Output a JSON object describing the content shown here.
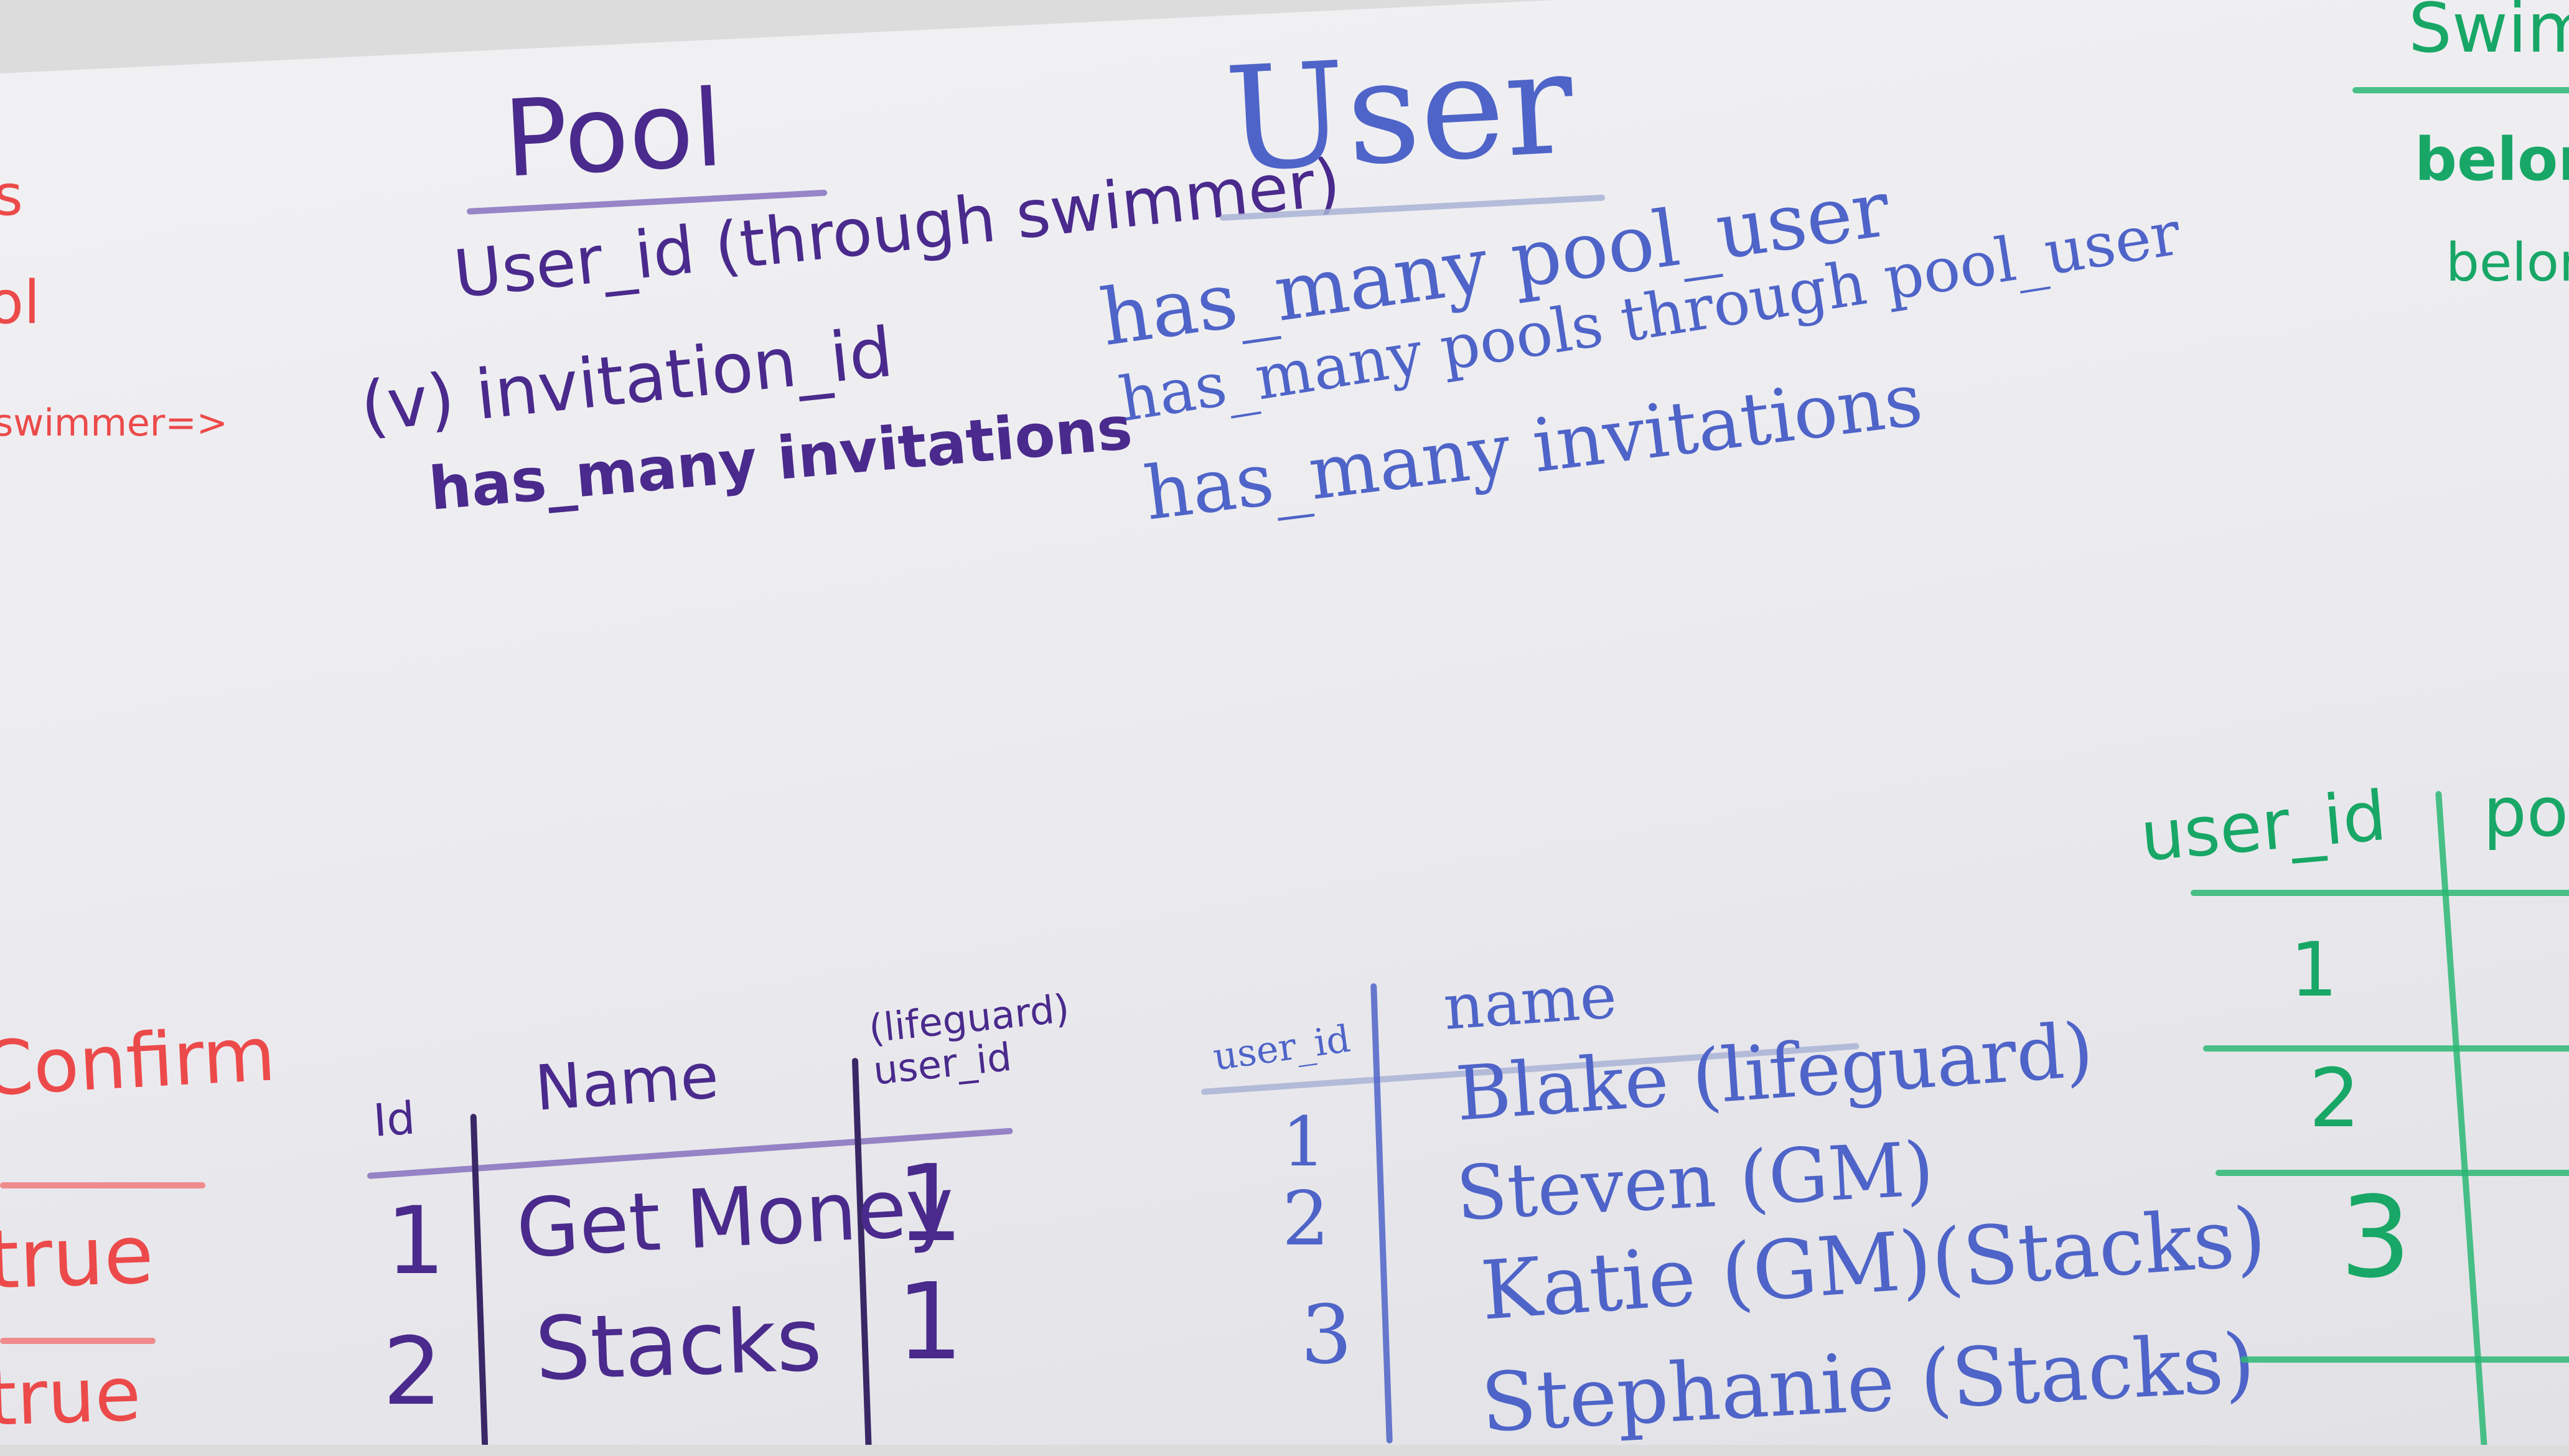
{
  "pool_model": {
    "title": "Pool",
    "fields": [
      "User_id (through swimmer)",
      "(v) invitation_id",
      "has_many invitations"
    ]
  },
  "user_model": {
    "title": "User",
    "associations": [
      "has_many pool_user",
      "has_many pools through pool_user",
      "has_many invitations"
    ]
  },
  "pools_table": {
    "headers": [
      "Id",
      "Name",
      "(lifeguard) user_id"
    ],
    "rows": [
      [
        "1",
        "Get Money",
        "1"
      ],
      [
        "2",
        "Stacks",
        "1"
      ]
    ]
  },
  "users_table": {
    "headers": [
      "user_id",
      "name"
    ],
    "rows": [
      [
        "1",
        "Blake (lifeguard)"
      ],
      [
        "2",
        "Steven (GM)"
      ],
      [
        "3",
        "Katie (GM)(Stacks)"
      ],
      [
        "",
        "Stephanie (Stacks)"
      ]
    ]
  },
  "left_partial": {
    "top_items": [
      "s",
      "ol",
      "swimmer=>"
    ],
    "confirm_header": "Confirm",
    "confirm_values": [
      "true",
      "true"
    ]
  },
  "right_partial": {
    "title": "Swim",
    "items": [
      "belon",
      "belon"
    ],
    "headers": [
      "user_id",
      "po"
    ],
    "values": [
      "1",
      "2",
      "3"
    ]
  },
  "colors": {
    "purple_marker": "#4a2a8c",
    "blue_marker": "#4f64c8",
    "red_marker": "#ec4a4a",
    "green_marker": "#18a766"
  }
}
